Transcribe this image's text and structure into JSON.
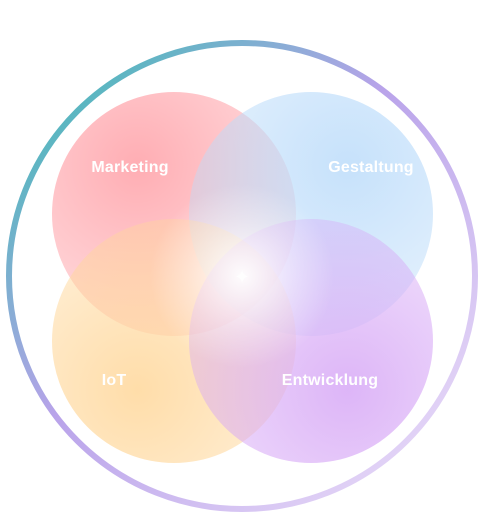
{
  "diagram": {
    "center_mark": "✦",
    "petals": [
      {
        "id": "marketing",
        "label": "Marketing",
        "color": "#ff9fa6"
      },
      {
        "id": "gestaltung",
        "label": "Gestaltung",
        "color": "#bcdcfa"
      },
      {
        "id": "iot",
        "label": "IoT",
        "color": "#ffd79a"
      },
      {
        "id": "entwicklung",
        "label": "Entwicklung",
        "color": "#d7a8f6"
      }
    ],
    "ring_colors": [
      "#2fbfae",
      "#b9a3ea",
      "#efe2fa"
    ]
  }
}
